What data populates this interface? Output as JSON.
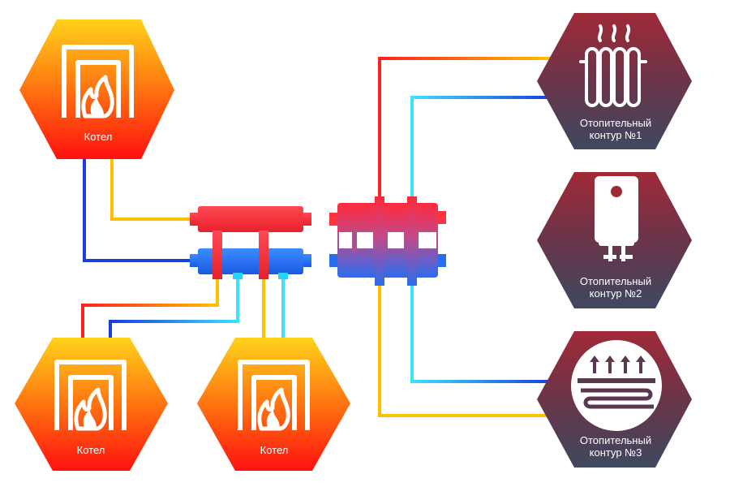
{
  "boilers": [
    {
      "id": "boiler-top",
      "label": "Котел"
    },
    {
      "id": "boiler-bottom-left",
      "label": "Котел"
    },
    {
      "id": "boiler-bottom-right",
      "label": "Котел"
    }
  ],
  "circuits": [
    {
      "id": "circuit-1",
      "icon": "radiator-icon",
      "label": "Отопительный\nконтур  №1"
    },
    {
      "id": "circuit-2",
      "icon": "water-heater-icon",
      "label": "Отопительный\nконтур  №2"
    },
    {
      "id": "circuit-3",
      "icon": "floor-heating-icon",
      "label": "Отопительный\nконтур  №3"
    }
  ],
  "colors": {
    "hot_red": "#ff1f1f",
    "hot_yellow": "#ffc000",
    "cold_blue": "#1a3ddb",
    "cold_cyan": "#3de0ff",
    "boiler_top": "#ffd21a",
    "boiler_bottom": "#ff1010",
    "circuit_top": "#9b2b3a",
    "circuit_bottom": "#404861"
  }
}
